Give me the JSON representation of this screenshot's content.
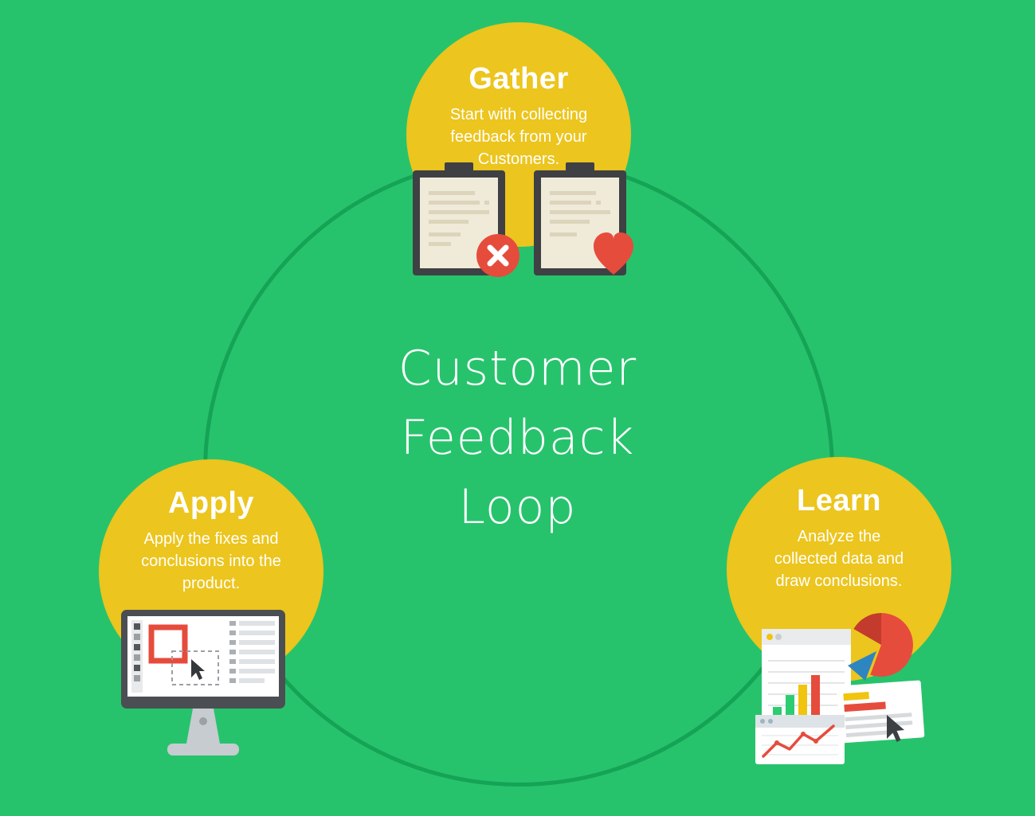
{
  "infographic": {
    "title_lines": [
      "Customer",
      "Feedback",
      "Loop"
    ],
    "type": "cycle-diagram"
  },
  "nodes": {
    "gather": {
      "label": "Gather",
      "description": "Start with collecting feedback from your Customers.",
      "icon": "clipboards-feedback-icon"
    },
    "apply": {
      "label": "Apply",
      "description": "Apply the fixes and conclusions into the product.",
      "icon": "design-monitor-icon"
    },
    "learn": {
      "label": "Learn",
      "description": "Analyze the collected data and draw conclusions.",
      "icon": "analytics-charts-icon"
    }
  },
  "colors": {
    "background": "#27c36c",
    "ring": "#15a356",
    "node_circle": "#ecc51e",
    "text": "#ffffff",
    "accent_red": "#e64c3c",
    "accent_blue": "#2e86c1",
    "accent_green_bar": "#2ecc71",
    "accent_yellow_bar": "#f1c40f",
    "paper": "#f0ead9",
    "dark_gray": "#3e4044"
  }
}
